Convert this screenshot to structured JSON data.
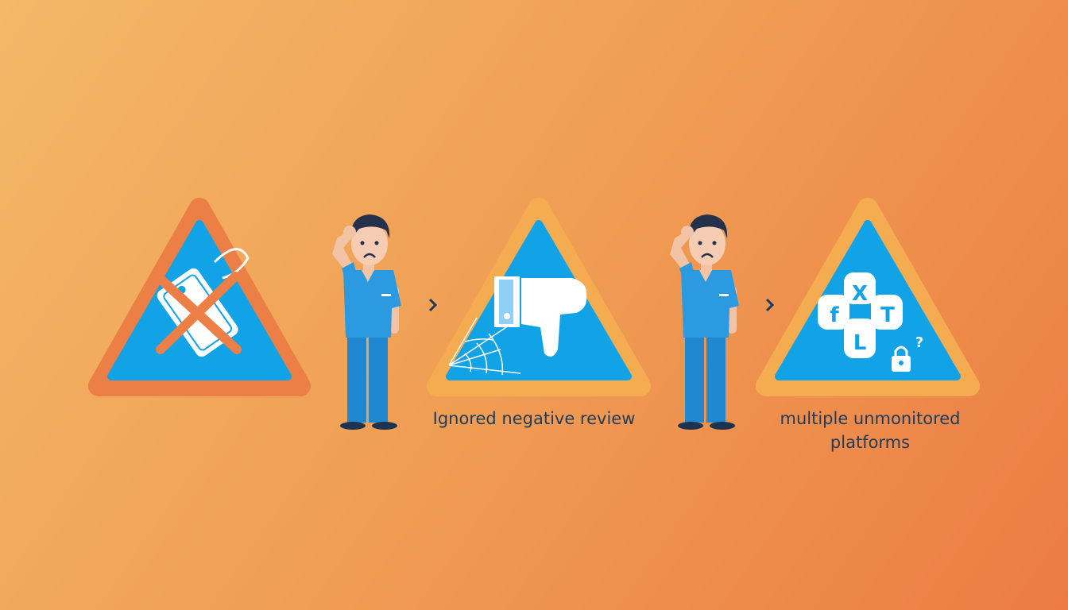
{
  "steps": [
    {
      "icon": "crossed-out-price-tag-icon",
      "caption": ""
    },
    {
      "icon": "thumbs-down-cobweb-icon",
      "caption": "Ignored negative review"
    },
    {
      "icon": "social-platforms-lock-icon",
      "caption": "multiple unmonitored platforms",
      "letters": [
        "f",
        "X",
        "T",
        "L",
        "?"
      ]
    }
  ],
  "colors": {
    "triangle_fill": "#12a2e6",
    "border_1": "#eb7f45",
    "border_2_3": "#f5ac50",
    "text": "#1d3c5c",
    "scrubs": "#2b9ae0"
  }
}
